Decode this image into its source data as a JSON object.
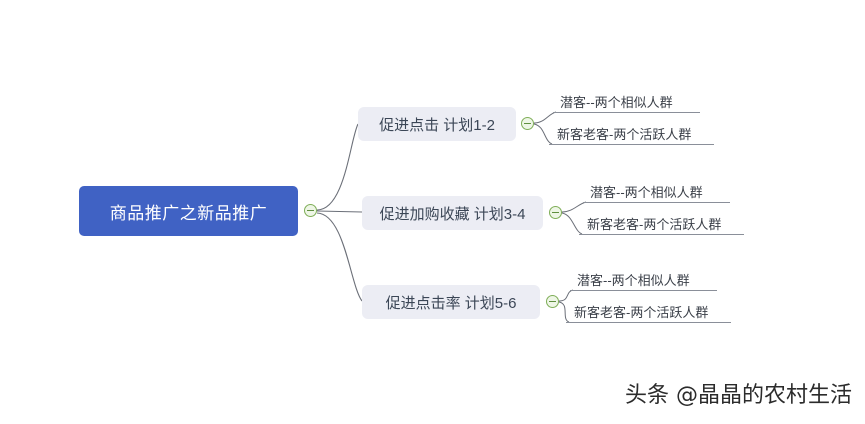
{
  "diagram": {
    "type": "mindmap",
    "background_color": "#ffffff",
    "root": {
      "label": "商品推广之新品推广",
      "fill_color": "#4062c4",
      "text_color": "#ffffff",
      "toggle": "collapse-toggle-minus"
    },
    "branches": [
      {
        "label": "促进点击 计划1-2",
        "fill_color": "#ecedf4",
        "text_color": "#3b4656",
        "toggle": "collapse-toggle-minus",
        "leaves": [
          {
            "label": "潜客--两个相似人群"
          },
          {
            "label": "新客老客-两个活跃人群"
          }
        ]
      },
      {
        "label": "促进加购收藏 计划3-4",
        "fill_color": "#ecedf4",
        "text_color": "#3b4656",
        "toggle": "collapse-toggle-minus",
        "leaves": [
          {
            "label": "潜客--两个相似人群"
          },
          {
            "label": "新客老客-两个活跃人群"
          }
        ]
      },
      {
        "label": "促进点击率 计划5-6",
        "fill_color": "#ecedf4",
        "text_color": "#3b4656",
        "toggle": "collapse-toggle-minus",
        "leaves": [
          {
            "label": "潜客--两个相似人群"
          },
          {
            "label": "新客老客-两个活跃人群"
          }
        ]
      }
    ],
    "connector_color": "#6b6f78",
    "toggle_color": "#7fae58"
  },
  "watermark": {
    "text": "头条 @晶晶的农村生活"
  }
}
